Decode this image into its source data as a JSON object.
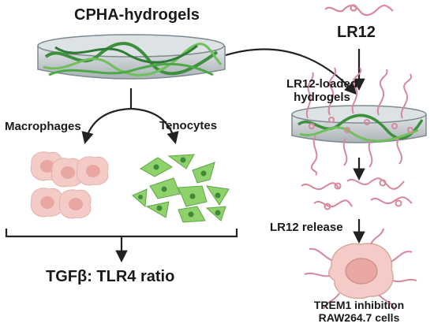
{
  "labels": {
    "cpha": "CPHA-hydrogels",
    "lr12": "LR12",
    "loaded_line1": "LR12-loaded",
    "loaded_line2": "hydrogels",
    "macrophages": "Macrophages",
    "tenocytes": "Tenocytes",
    "release": "LR12 release",
    "ratio": "TGFβ: TLR4 ratio",
    "trem1_line1": "TREM1 inhibition",
    "trem1_line2": "RAW264.7 cells"
  },
  "colors": {
    "hydrogel_fill": "#c9cfd2",
    "hydrogel_stroke": "#7f8a8f",
    "fiber_green": "#3c8f3c",
    "fiber_light": "#6fbf5a",
    "peptide_pink": "#d9879a",
    "macrophage_pink": "#f4cbc6",
    "nucleus_pink": "#e8a7a2",
    "tenocyte_green": "#8fd16b",
    "tenocyte_nucleus": "#3f8a3a",
    "arrow": "#222222"
  }
}
